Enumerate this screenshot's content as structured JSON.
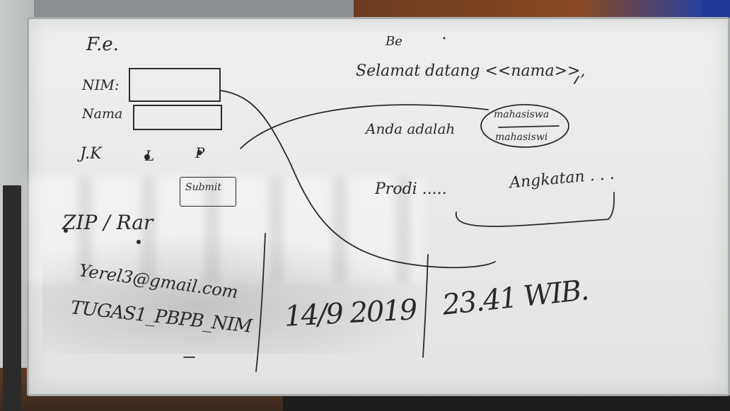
{
  "board": {
    "frontend_heading": "F.e.",
    "backend_heading": "Be",
    "form_labels": {
      "nim": "NIM:",
      "nama": "Nama",
      "jenis_kelamin": "J.K",
      "option_l": "L",
      "option_p": "P",
      "submit": "Submit"
    },
    "notes": {
      "file_types": "ZIP / Rar",
      "email": "Yerel3@gmail.com",
      "filename": "TUGAS1_PBPB_NIM"
    },
    "backend_text": {
      "greeting": "Selamat datang <<nama>>,",
      "anda_adalah": "Anda adalah",
      "mahasiswa_top": "mahasiswa",
      "mahasiswa_bottom": "mahasiswi",
      "prodi": "Prodi .....",
      "angkatan": "Angkatan . . ."
    },
    "deadline": {
      "date": "14/9 2019",
      "time": "23.41 WIB."
    }
  },
  "colors": {
    "marker": "#2a2a2e",
    "board": "#eceeed",
    "frame": "#a9acae"
  }
}
